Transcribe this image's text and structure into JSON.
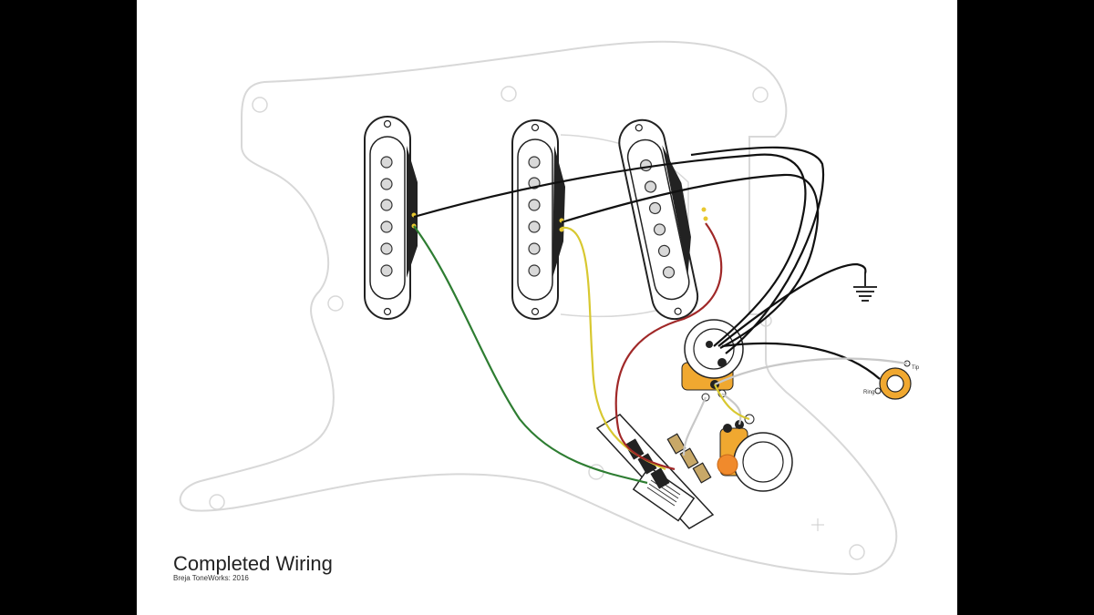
{
  "title": "Completed Wiring",
  "credit": "Breja ToneWorks: 2016",
  "jack": {
    "tip_label": "Tip",
    "ring_label": "Ring"
  },
  "colors": {
    "background": "#000000",
    "canvas": "#ffffff",
    "pickguard_outline": "#d8d8d8",
    "pickup_body": "#ffffff",
    "pickup_pole": "#d9d9d9",
    "pickup_blade": "#222222",
    "pot_body": "#f0a830",
    "capacitor": "#f08a2c",
    "wire_black": "#111111",
    "wire_green": "#2e7d32",
    "wire_yellow": "#d8c830",
    "wire_red": "#a02828",
    "wire_white": "#c8c8c8",
    "terminal": "#e8c830"
  },
  "components": {
    "pickups": [
      "neck-pickup",
      "middle-pickup",
      "bridge-pickup"
    ],
    "switch": "5-way-switch",
    "pots": [
      "volume-pot",
      "tone-pot"
    ],
    "capacitor": "tone-capacitor",
    "jack": "output-jack",
    "ground": "ground-symbol"
  }
}
